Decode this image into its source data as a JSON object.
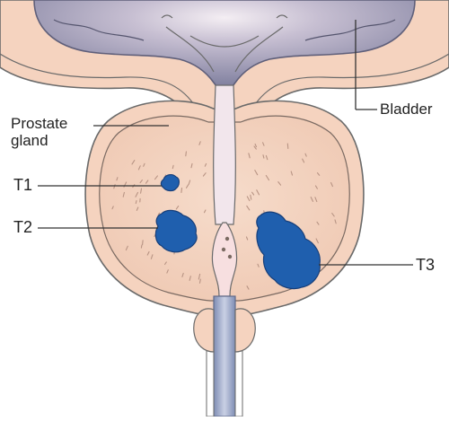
{
  "labels": {
    "bladder": "Bladder",
    "prostate_line1": "Prostate",
    "prostate_line2": "gland",
    "t1": "T1",
    "t2": "T2",
    "t3": "T3"
  },
  "colors": {
    "bladder_fill": "#8d8da8",
    "bladder_light": "#f2e9ef",
    "tissue": "#f5d3bf",
    "tissue_outline": "#6a6a6a",
    "gland_fill": "#f1d0bd",
    "urethra_fill": "#9aa6c6",
    "tumor": "#1f5fae",
    "tumor_outline": "#173f7a",
    "leader_line": "#333333"
  }
}
